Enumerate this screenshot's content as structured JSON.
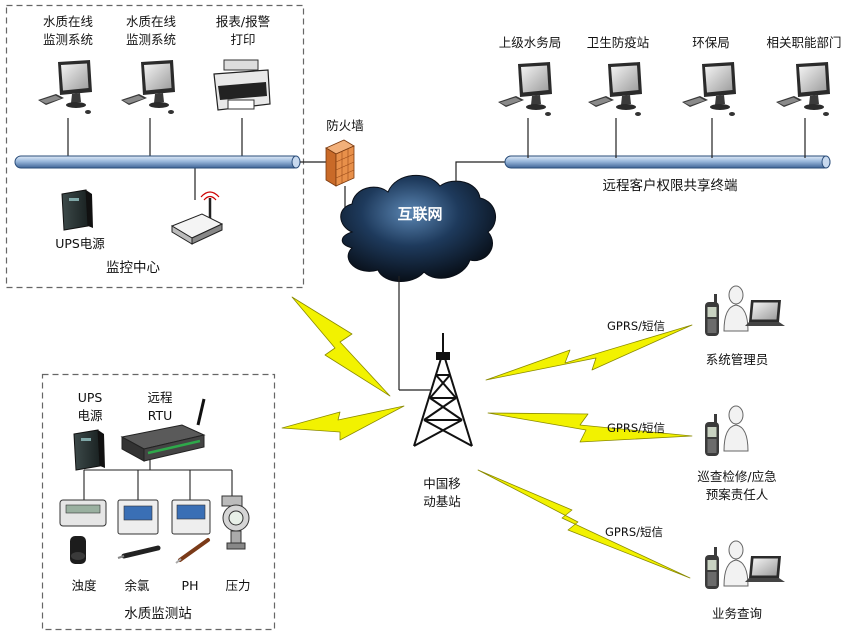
{
  "monitor_center": {
    "title": "监控中心",
    "pc1_label": [
      "水质在线",
      "监测系统"
    ],
    "pc2_label": [
      "水质在线",
      "监测系统"
    ],
    "printer_label": [
      "报表/报警",
      "打印"
    ],
    "ups_label": "UPS电源"
  },
  "firewall_label": "防火墙",
  "internet_label": "互联网",
  "remote_clients": {
    "caption": "远程客户权限共享终端",
    "items": [
      "上级水务局",
      "卫生防疫站",
      "环保局",
      "相关职能部门"
    ]
  },
  "base_station_label": [
    "中国移",
    "动基站"
  ],
  "link_label": "GPRS/短信",
  "mobile_users": [
    {
      "label": [
        "系统管理员"
      ]
    },
    {
      "label": [
        "巡查检修/应急",
        "预案责任人"
      ]
    },
    {
      "label": [
        "业务查询"
      ]
    }
  ],
  "water_station": {
    "title": "水质监测站",
    "ups_label": [
      "UPS",
      "电源"
    ],
    "rtu_label": [
      "远程",
      "RTU"
    ],
    "sensors": [
      "浊度",
      "余氯",
      "PH",
      "压力"
    ]
  },
  "colors": {
    "bus": "#9ab8dc",
    "bus_edge": "#2a4d7a",
    "lightning": "#f2f200",
    "lightning_edge": "#8a8a00",
    "firewall": "#e8904a",
    "cloud": "#1f3550",
    "border_dash": "#666666"
  }
}
